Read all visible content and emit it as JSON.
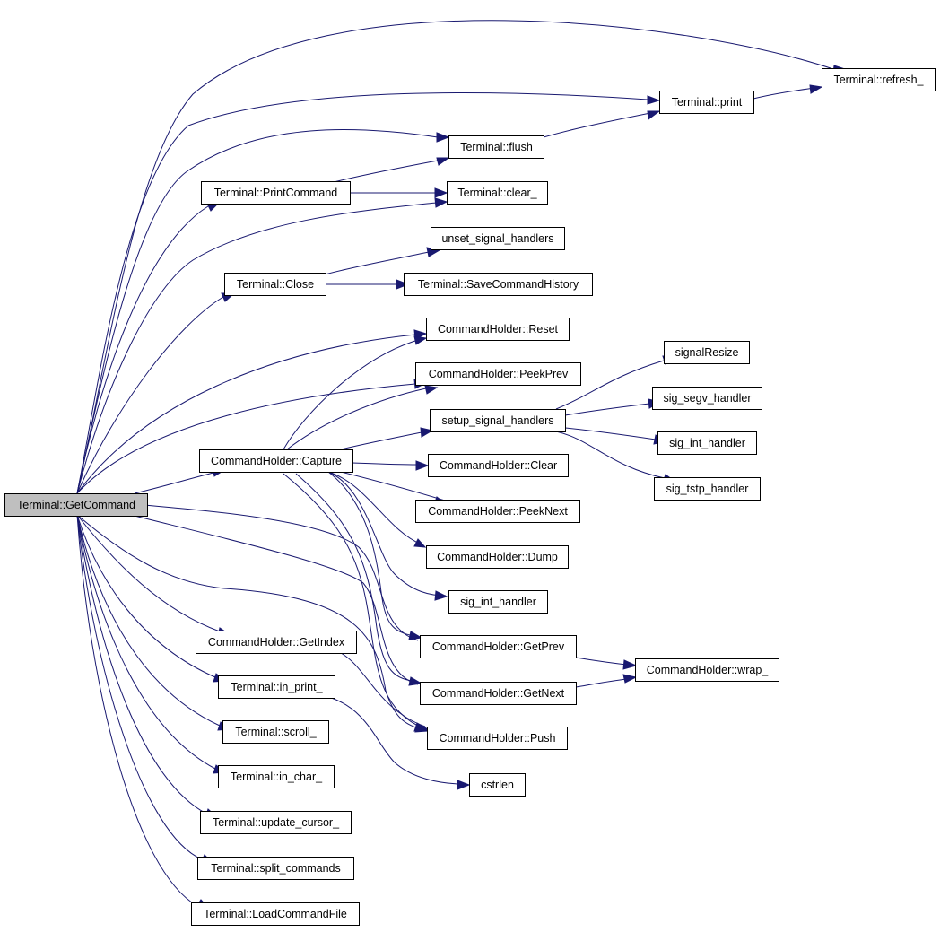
{
  "graph": {
    "edge_color": "#191970",
    "root_fill": "#bfbfbf",
    "node_fill": "#ffffff",
    "nodes": {
      "getcommand": "Terminal::GetCommand",
      "refresh": "Terminal::refresh_",
      "print": "Terminal::print",
      "flush": "Terminal::flush",
      "printcommand": "Terminal::PrintCommand",
      "clear_": "Terminal::clear_",
      "unset": "unset_signal_handlers",
      "close": "Terminal::Close",
      "savehistory": "Terminal::SaveCommandHistory",
      "reset": "CommandHolder::Reset",
      "peekprev": "CommandHolder::PeekPrev",
      "setup": "setup_signal_handlers",
      "signalresize": "signalResize",
      "sigsegv": "sig_segv_handler",
      "sigint1": "sig_int_handler",
      "sigtstp": "sig_tstp_handler",
      "capture": "CommandHolder::Capture",
      "chclear": "CommandHolder::Clear",
      "peeknext": "CommandHolder::PeekNext",
      "dump": "CommandHolder::Dump",
      "sigint2": "sig_int_handler",
      "getindex": "CommandHolder::GetIndex",
      "getprev": "CommandHolder::GetPrev",
      "wrap": "CommandHolder::wrap_",
      "getnext": "CommandHolder::GetNext",
      "inprint": "Terminal::in_print_",
      "push": "CommandHolder::Push",
      "scroll": "Terminal::scroll_",
      "inchar": "Terminal::in_char_",
      "cstrlen": "cstrlen",
      "updatecursor": "Terminal::update_cursor_",
      "split": "Terminal::split_commands",
      "loadfile": "Terminal::LoadCommandFile"
    }
  }
}
